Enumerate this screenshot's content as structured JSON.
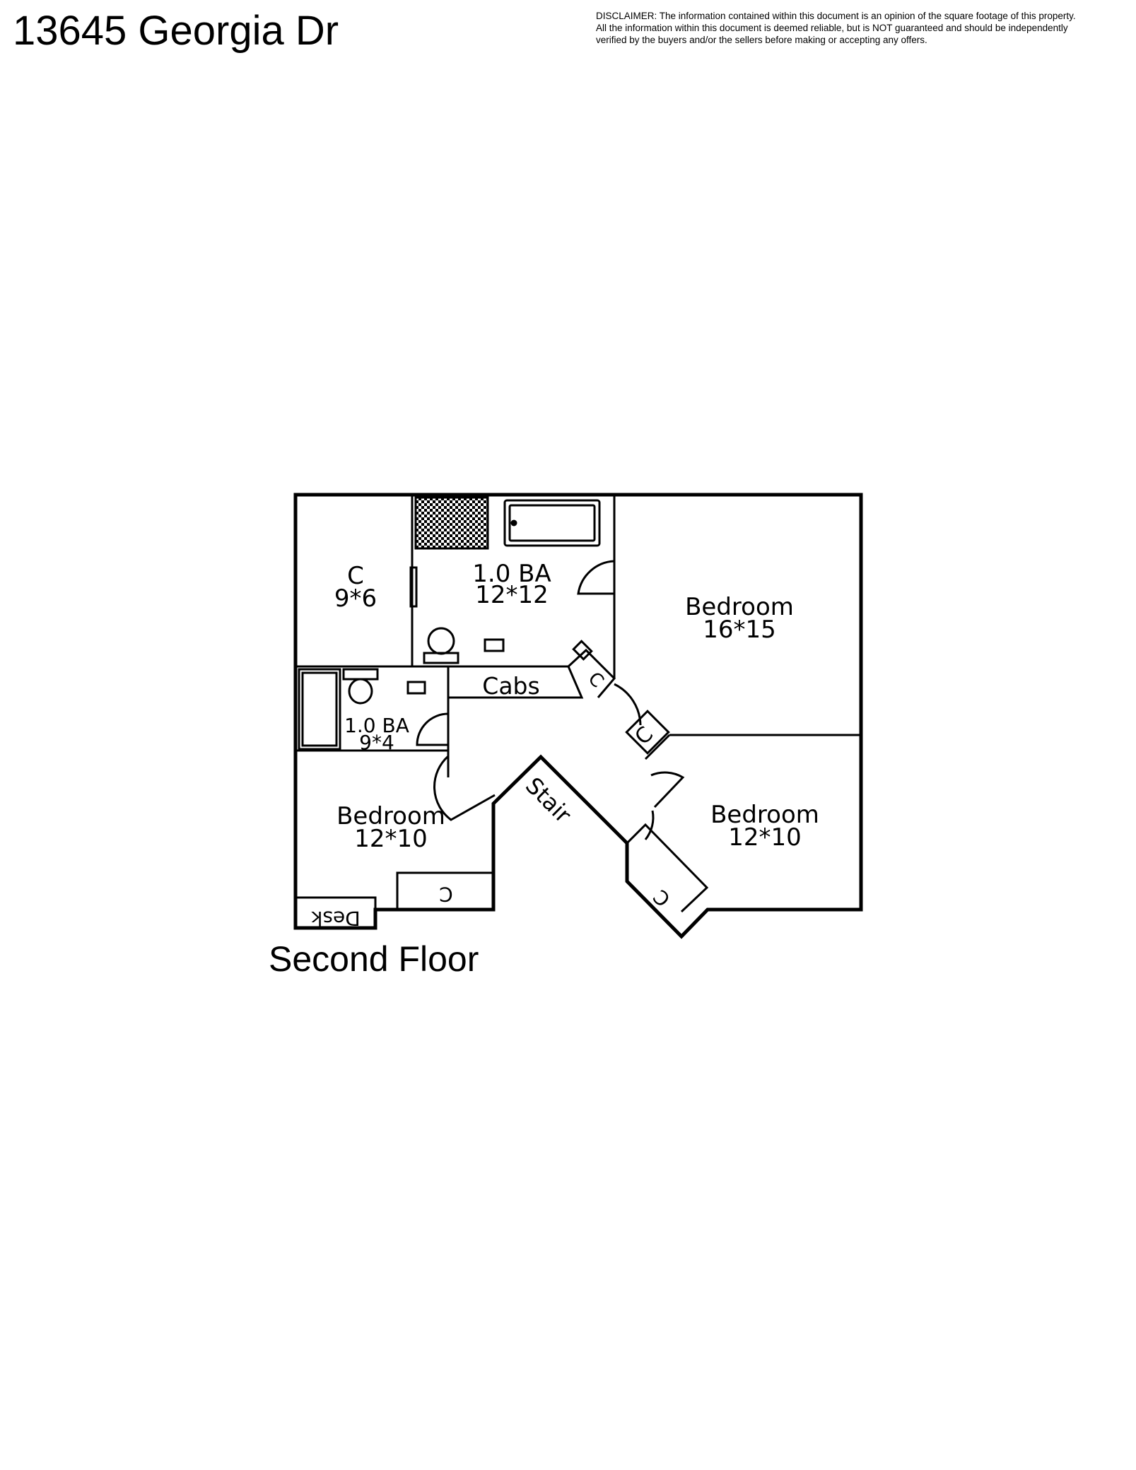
{
  "header": {
    "address": "13645 Georgia Dr",
    "disclaimer_lines": [
      "DISCLAIMER: The information contained within this document is an opinion of the square footage of this property.",
      "All the information within this document is deemed reliable, but is NOT guaranteed and should be independently",
      "verified by the buyers and/or the sellers before making or accepting any offers."
    ]
  },
  "floor": {
    "name": "Second Floor",
    "rooms": {
      "closet_main": {
        "name": "C",
        "size": "9*6"
      },
      "bath_main": {
        "name": "1.0 BA",
        "size": "12*12"
      },
      "bedroom_1": {
        "name": "Bedroom",
        "size": "16*15"
      },
      "cabs": {
        "name": "Cabs"
      },
      "bath_small": {
        "name": "1.0 BA",
        "size": "9*4"
      },
      "bedroom_2": {
        "name": "Bedroom",
        "size": "12*10"
      },
      "bedroom_3": {
        "name": "Bedroom",
        "size": "12*10"
      },
      "stair": {
        "name": "Stair"
      },
      "desk": {
        "name": "Desk"
      },
      "closet_cabs": {
        "name": "C"
      },
      "closet_hall": {
        "name": "C"
      },
      "closet_bed2": {
        "name": "C"
      },
      "closet_bed3": {
        "name": "C"
      }
    }
  }
}
